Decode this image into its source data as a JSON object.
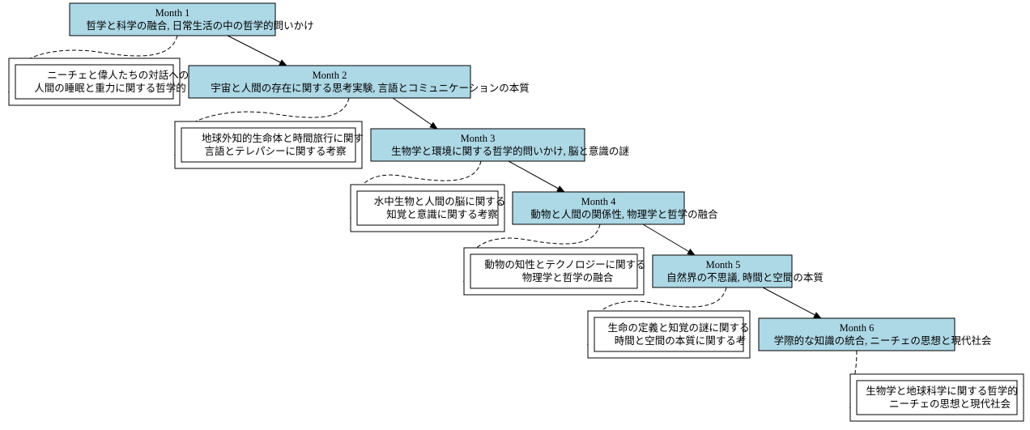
{
  "months": [
    {
      "title": "Month 1",
      "topics": "哲学と科学の融合, 日常生活の中の哲学的問いかけ",
      "detail_lines": [
        "ニーチェと偉人たちの対話への移",
        "人間の睡眠と重力に関する哲学的"
      ]
    },
    {
      "title": "Month 2",
      "topics": "宇宙と人間の存在に関する思考実験, 言語とコミュニケーションの本質",
      "detail_lines": [
        "地球外知的生命体と時間旅行に関す",
        "言語とテレパシーに関する考察"
      ]
    },
    {
      "title": "Month 3",
      "topics": "生物学と環境に関する哲学的問いかけ, 脳と意識の謎",
      "detail_lines": [
        "水中生物と人間の脳に関する",
        "知覚と意識に関する考察"
      ]
    },
    {
      "title": "Month 4",
      "topics": "動物と人間の関係性, 物理学と哲学の融合",
      "detail_lines": [
        "動物の知性とテクノロジーに関する",
        "物理学と哲学の融合"
      ]
    },
    {
      "title": "Month 5",
      "topics": "自然界の不思議, 時間と空間の本質",
      "detail_lines": [
        "生命の定義と知覚の謎に関する",
        "時間と空間の本質に関する考"
      ]
    },
    {
      "title": "Month 6",
      "topics": "学際的な知識の統合, ニーチェの思想と現代社会",
      "detail_lines": [
        "生物学と地球科学に関する哲学的",
        "ニーチェの思想と現代社会"
      ]
    }
  ],
  "colors": {
    "month_fill": "#add8e6",
    "stroke": "#000000",
    "detail_fill": "#ffffff"
  }
}
